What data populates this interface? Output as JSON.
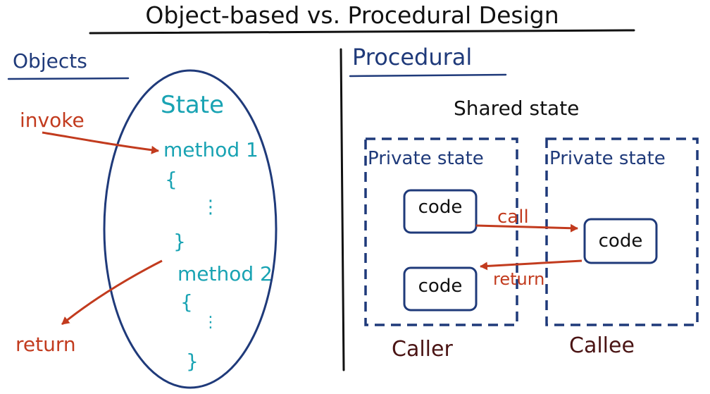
{
  "title": "Object-based vs. Procedural Design",
  "colors": {
    "ink": "#111111",
    "navy": "#1f3a7a",
    "teal": "#19a3b3",
    "red": "#c23b1e",
    "maroon": "#4a1414"
  },
  "objects": {
    "heading": "Objects",
    "state": "State",
    "method1": "method 1",
    "method2": "method 2",
    "open_brace": "{",
    "close_brace": "}",
    "ellipsis": "⋮",
    "invoke": "invoke",
    "return": "return"
  },
  "procedural": {
    "heading": "Procedural",
    "shared_state": "Shared state",
    "private_state_left": "Private state",
    "private_state_right": "Private state",
    "code": "code",
    "call": "call",
    "return": "return",
    "caller": "Caller",
    "callee": "Callee"
  }
}
